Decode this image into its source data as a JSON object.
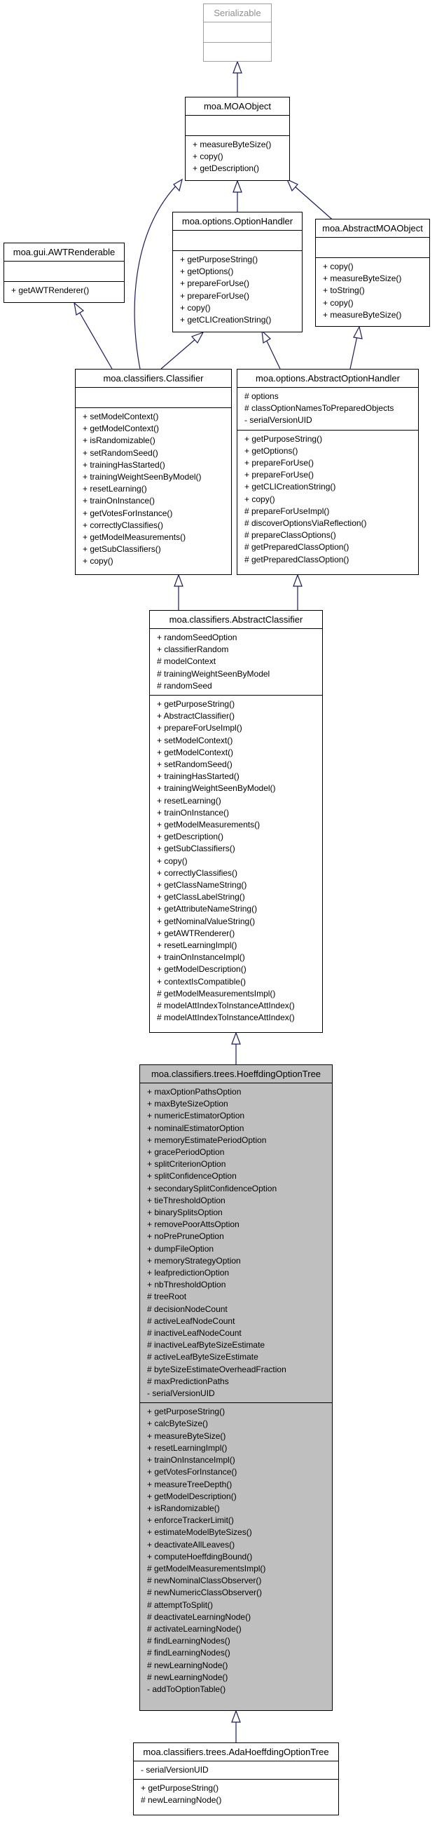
{
  "classes": {
    "serializable": {
      "name": "Serializable",
      "attributes": [],
      "methods": []
    },
    "moa_object": {
      "name": "moa.MOAObject",
      "attributes": [],
      "methods": [
        "+ measureByteSize()",
        "+ copy()",
        "+ getDescription()"
      ]
    },
    "awt_renderable": {
      "name": "moa.gui.AWTRenderable",
      "attributes": [],
      "methods": [
        "+ getAWTRenderer()"
      ]
    },
    "option_handler": {
      "name": "moa.options.OptionHandler",
      "attributes": [],
      "methods": [
        "+ getPurposeString()",
        "+ getOptions()",
        "+ prepareForUse()",
        "+ prepareForUse()",
        "+ copy()",
        "+ getCLICreationString()"
      ]
    },
    "abstract_moa_object": {
      "name": "moa.AbstractMOAObject",
      "attributes": [],
      "methods": [
        "+ copy()",
        "+ measureByteSize()",
        "+ toString()",
        "+ copy()",
        "+ measureByteSize()"
      ]
    },
    "classifier": {
      "name": "moa.classifiers.Classifier",
      "attributes": [],
      "methods": [
        "+ setModelContext()",
        "+ getModelContext()",
        "+ isRandomizable()",
        "+ setRandomSeed()",
        "+ trainingHasStarted()",
        "+ trainingWeightSeenByModel()",
        "+ resetLearning()",
        "+ trainOnInstance()",
        "+ getVotesForInstance()",
        "+ correctlyClassifies()",
        "+ getModelMeasurements()",
        "+ getSubClassifiers()",
        "+ copy()"
      ]
    },
    "abstract_option_handler": {
      "name": "moa.options.AbstractOptionHandler",
      "attributes": [
        "# options",
        "# classOptionNamesToPreparedObjects",
        "- serialVersionUID"
      ],
      "methods": [
        "+ getPurposeString()",
        "+ getOptions()",
        "+ prepareForUse()",
        "+ prepareForUse()",
        "+ getCLICreationString()",
        "+ copy()",
        "# prepareForUseImpl()",
        "# discoverOptionsViaReflection()",
        "# prepareClassOptions()",
        "# getPreparedClassOption()",
        "# getPreparedClassOption()"
      ]
    },
    "abstract_classifier": {
      "name": "moa.classifiers.AbstractClassifier",
      "attributes": [
        "+ randomSeedOption",
        "+ classifierRandom",
        "# modelContext",
        "# trainingWeightSeenByModel",
        "# randomSeed"
      ],
      "methods": [
        "+ getPurposeString()",
        "+ AbstractClassifier()",
        "+ prepareForUseImpl()",
        "+ setModelContext()",
        "+ getModelContext()",
        "+ setRandomSeed()",
        "+ trainingHasStarted()",
        "+ trainingWeightSeenByModel()",
        "+ resetLearning()",
        "+ trainOnInstance()",
        "+ getModelMeasurements()",
        "+ getDescription()",
        "+ getSubClassifiers()",
        "+ copy()",
        "+ correctlyClassifies()",
        "+ getClassNameString()",
        "+ getClassLabelString()",
        "+ getAttributeNameString()",
        "+ getNominalValueString()",
        "+ getAWTRenderer()",
        "+ resetLearningImpl()",
        "+ trainOnInstanceImpl()",
        "+ getModelDescription()",
        "+ contextIsCompatible()",
        "# getModelMeasurementsImpl()",
        "# modelAttIndexToInstanceAttIndex()",
        "# modelAttIndexToInstanceAttIndex()"
      ]
    },
    "hoeffding_option_tree": {
      "name": "moa.classifiers.trees.HoeffdingOptionTree",
      "attributes": [
        "+ maxOptionPathsOption",
        "+ maxByteSizeOption",
        "+ numericEstimatorOption",
        "+ nominalEstimatorOption",
        "+ memoryEstimatePeriodOption",
        "+ gracePeriodOption",
        "+ splitCriterionOption",
        "+ splitConfidenceOption",
        "+ secondarySplitConfidenceOption",
        "+ tieThresholdOption",
        "+ binarySplitsOption",
        "+ removePoorAttsOption",
        "+ noPrePruneOption",
        "+ dumpFileOption",
        "+ memoryStrategyOption",
        "+ leafpredictionOption",
        "+ nbThresholdOption",
        "# treeRoot",
        "# decisionNodeCount",
        "# activeLeafNodeCount",
        "# inactiveLeafNodeCount",
        "# inactiveLeafByteSizeEstimate",
        "# activeLeafByteSizeEstimate",
        "# byteSizeEstimateOverheadFraction",
        "# maxPredictionPaths",
        "- serialVersionUID"
      ],
      "methods": [
        "+ getPurposeString()",
        "+ calcByteSize()",
        "+ measureByteSize()",
        "+ resetLearningImpl()",
        "+ trainOnInstanceImpl()",
        "+ getVotesForInstance()",
        "+ measureTreeDepth()",
        "+ getModelDescription()",
        "+ isRandomizable()",
        "+ enforceTrackerLimit()",
        "+ estimateModelByteSizes()",
        "+ deactivateAllLeaves()",
        "+ computeHoeffdingBound()",
        "# getModelMeasurementsImpl()",
        "# newNominalClassObserver()",
        "# newNumericClassObserver()",
        "# attemptToSplit()",
        "# deactivateLearningNode()",
        "# activateLearningNode()",
        "# findLearningNodes()",
        "# findLearningNodes()",
        "# newLearningNode()",
        "# newLearningNode()",
        "- addToOptionTable()"
      ]
    },
    "ada_hoeffding_option_tree": {
      "name": "moa.classifiers.trees.AdaHoeffdingOptionTree",
      "attributes": [
        "- serialVersionUID"
      ],
      "methods": [
        "+ getPurposeString()",
        "# newLearningNode()"
      ]
    }
  }
}
